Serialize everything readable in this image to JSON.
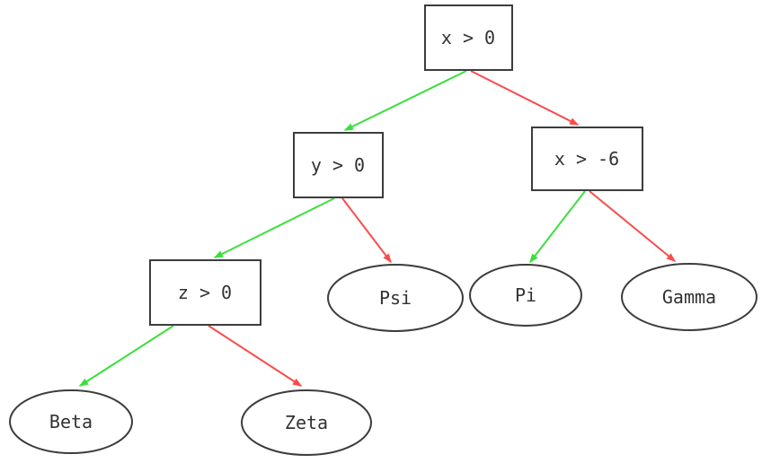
{
  "diagram": {
    "type": "binary-decision-tree",
    "background_color": "#ffffff",
    "colors": {
      "true_branch_edge": "#3ae03a",
      "false_branch_edge": "#f84c4c",
      "node_border": "#3c3c3c",
      "node_text": "#323232"
    },
    "nodes": {
      "root": {
        "label": "x > 0",
        "shape": "rectangle"
      },
      "y_gt_0": {
        "label": "y > 0",
        "shape": "rectangle"
      },
      "x_gt_neg6": {
        "label": "x > -6",
        "shape": "rectangle"
      },
      "z_gt_0": {
        "label": "z > 0",
        "shape": "rectangle"
      },
      "psi": {
        "label": "Psi",
        "shape": "ellipse"
      },
      "pi": {
        "label": "Pi",
        "shape": "ellipse"
      },
      "gamma": {
        "label": "Gamma",
        "shape": "ellipse"
      },
      "beta": {
        "label": "Beta",
        "shape": "ellipse"
      },
      "zeta": {
        "label": "Zeta",
        "shape": "ellipse"
      }
    },
    "edges": [
      {
        "from": "root",
        "to": "y_gt_0",
        "branch": "true",
        "color": "#3ae03a"
      },
      {
        "from": "root",
        "to": "x_gt_neg6",
        "branch": "false",
        "color": "#f84c4c"
      },
      {
        "from": "y_gt_0",
        "to": "z_gt_0",
        "branch": "true",
        "color": "#3ae03a"
      },
      {
        "from": "y_gt_0",
        "to": "psi",
        "branch": "false",
        "color": "#f84c4c"
      },
      {
        "from": "x_gt_neg6",
        "to": "pi",
        "branch": "true",
        "color": "#3ae03a"
      },
      {
        "from": "x_gt_neg6",
        "to": "gamma",
        "branch": "false",
        "color": "#f84c4c"
      },
      {
        "from": "z_gt_0",
        "to": "beta",
        "branch": "true",
        "color": "#3ae03a"
      },
      {
        "from": "z_gt_0",
        "to": "zeta",
        "branch": "false",
        "color": "#f84c4c"
      }
    ]
  }
}
